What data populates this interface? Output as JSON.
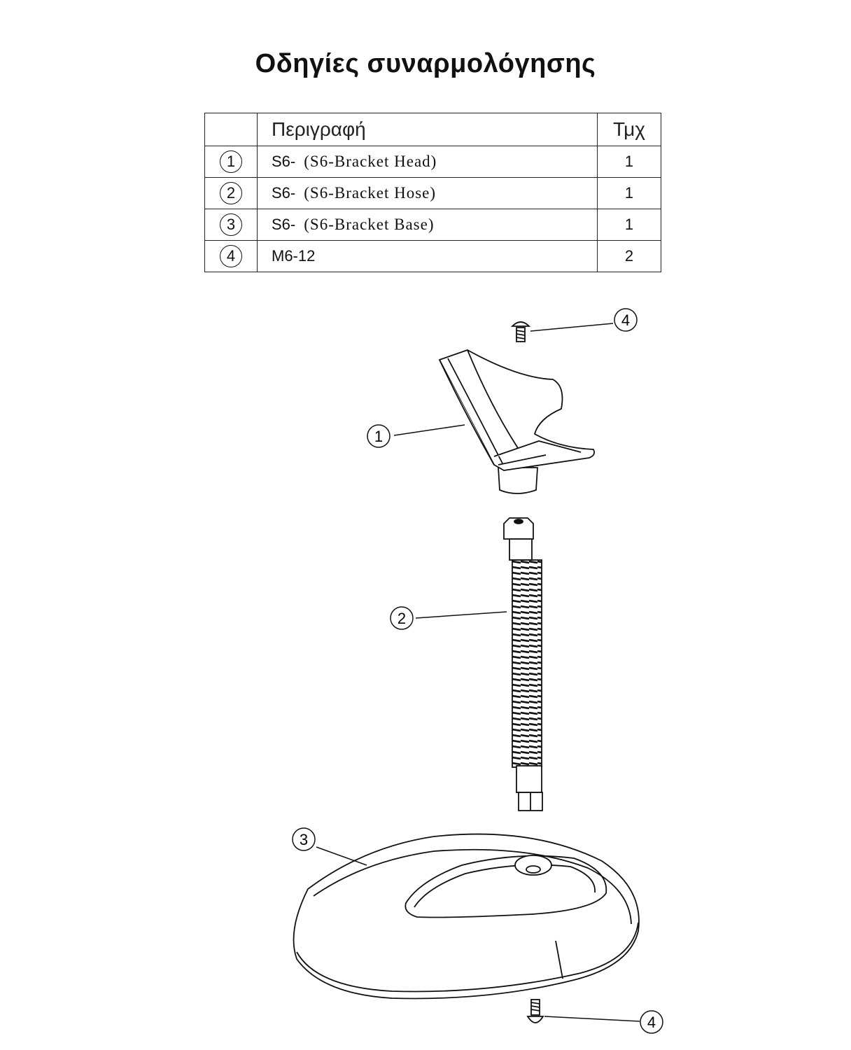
{
  "title": "Οδηγίες συναρμολόγησης",
  "table": {
    "headers": {
      "number": "",
      "description": "Περιγραφή",
      "quantity": "Τμχ"
    },
    "rows": [
      {
        "number": "1",
        "code": "S6-",
        "name": "(S6-Bracket Head)",
        "quantity": "1"
      },
      {
        "number": "2",
        "code": "S6-",
        "name": "(S6-Bracket Hose)",
        "quantity": "1"
      },
      {
        "number": "3",
        "code": "S6-",
        "name": "(S6-Bracket Base)",
        "quantity": "1"
      },
      {
        "number": "4",
        "code": "M6-12",
        "name": "",
        "quantity": "2"
      }
    ]
  },
  "callouts": {
    "screw_top": "4",
    "head": "1",
    "hose": "2",
    "base": "3",
    "screw_bottom": "4"
  }
}
